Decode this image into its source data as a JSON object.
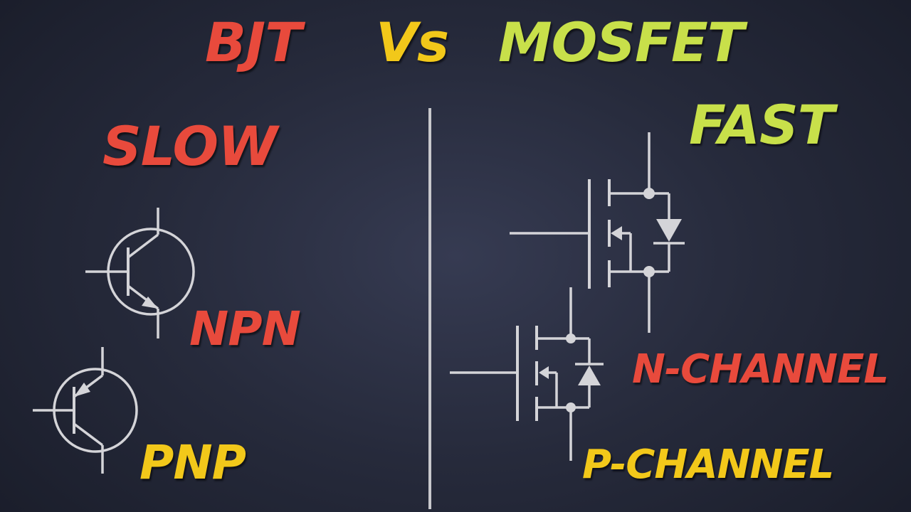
{
  "header": {
    "left": "BJT",
    "middle": "Vs",
    "right": "MOSFET"
  },
  "bjt": {
    "speed": "SLOW",
    "npn_label": "NPN",
    "pnp_label": "PNP"
  },
  "mosfet": {
    "speed": "FAST",
    "n_label": "N-CHANNEL",
    "p_label": "P-CHANNEL"
  },
  "colors": {
    "background": "#262a3b",
    "red": "#e84a3c",
    "yellow": "#f2c81a",
    "lime": "#c8e04a",
    "wire": "#d4d4d8"
  }
}
